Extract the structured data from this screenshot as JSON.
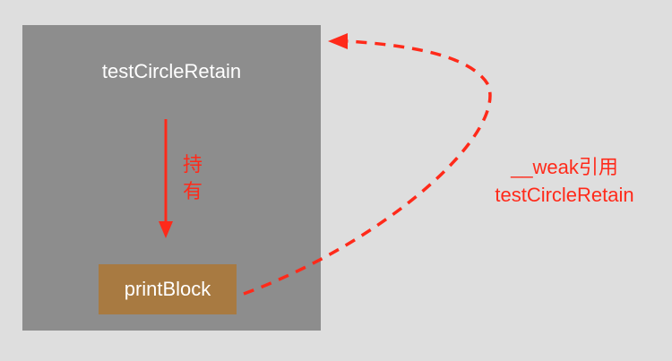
{
  "diagram": {
    "owner_label": "testCircleRetain",
    "hold_label": "持有",
    "block_label": "printBlock",
    "weak_label_line1": "__weak引用",
    "weak_label_line2": "testCircleRetain"
  },
  "colors": {
    "background": "#dedede",
    "owner_box": "#8d8d8d",
    "block_box": "#a87a41",
    "arrow": "#ff2a1a",
    "box_text": "#ffffff"
  }
}
